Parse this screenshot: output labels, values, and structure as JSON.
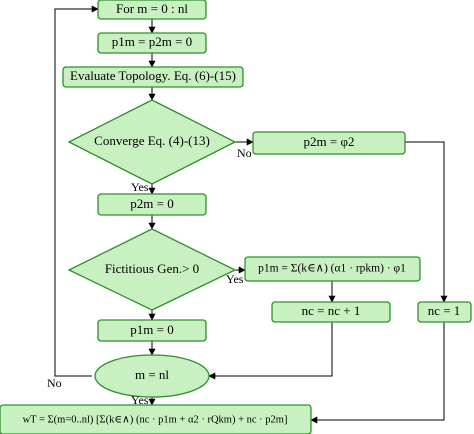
{
  "diagram": {
    "nodes": {
      "loop_start": "For m = 0 : nl",
      "init_p": "p1m = p2m = 0",
      "evaluate": "Evaluate Topology. Eq. (6)-(15)",
      "converge": "Converge Eq. (4)-(13)",
      "set_p2_phi": "p2m = φ2",
      "set_p2_zero": "p2m = 0",
      "fictitious": "Fictitious Gen.> 0",
      "set_p1_sum": "p1m = Σ(k∈∧) (α1 · rpkm) · φ1",
      "nc_inc": "nc = nc + 1",
      "set_p1_zero": "p1m = 0",
      "nc_one": "nc = 1",
      "loop_end": "m = nl",
      "total": "wT = Σ(m=0..nl) [Σ(k∈∧) (nc · p1m + α2 · rQkm) + nc · p2m]"
    },
    "edge_labels": {
      "no_converge": "No",
      "yes_converge": "Yes",
      "yes_fictitious": "Yes",
      "no_loop": "No",
      "yes_loop": "Yes"
    },
    "colors": {
      "node_fill": "#c8f0c0",
      "node_stroke": "#2f8f2f",
      "edge": "#000000"
    }
  }
}
